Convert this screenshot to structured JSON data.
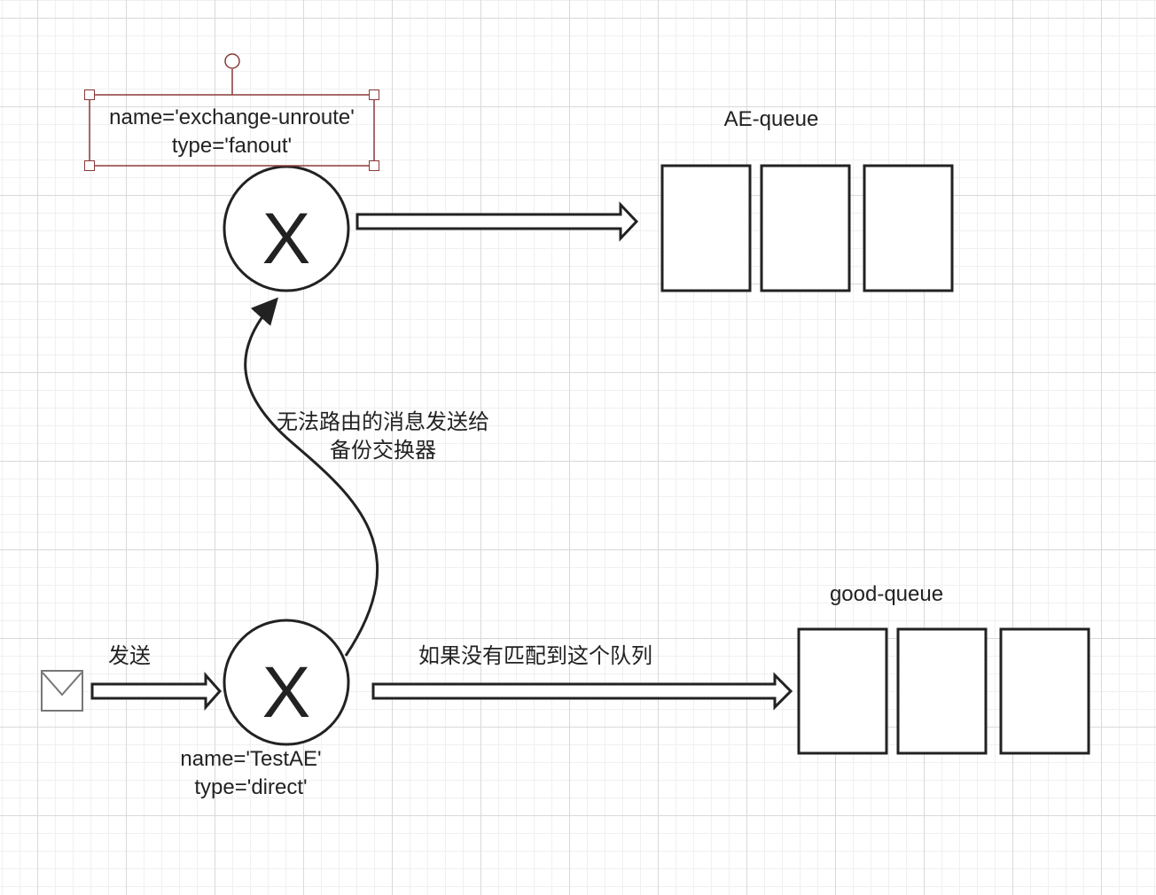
{
  "exchange_top": {
    "symbol": "X",
    "name_line": "name='exchange-unroute'",
    "type_line": "type='fanout'"
  },
  "exchange_bottom": {
    "symbol": "X",
    "name_line": "name='TestAE'",
    "type_line": "type='direct'"
  },
  "queues": {
    "ae_label": "AE-queue",
    "good_label": "good-queue"
  },
  "edges": {
    "send_label": "发送",
    "alternate_line1": "无法路由的消息发送给",
    "alternate_line2": "备份交换器",
    "unmatched_label": "如果没有匹配到这个队列"
  },
  "icons": {
    "message": "envelope-icon",
    "rotate": "rotate-handle-icon"
  },
  "colors": {
    "stroke": "#222222",
    "selection": "#8a3a3a"
  }
}
